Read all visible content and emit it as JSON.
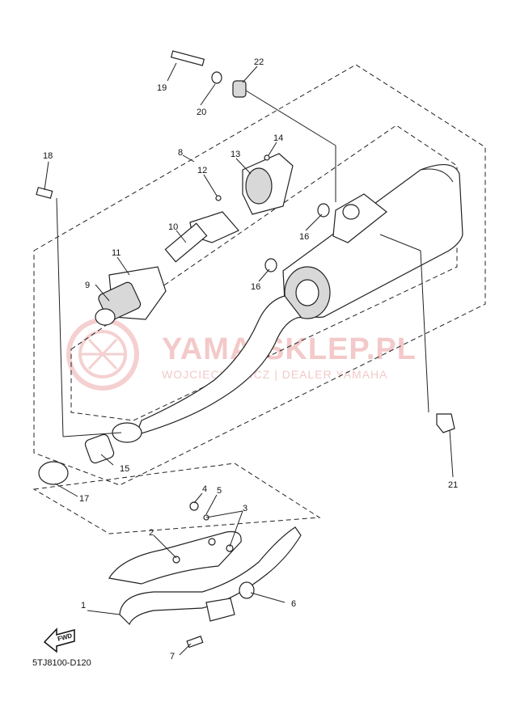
{
  "watermark": {
    "title": "YAMA-SKLEP.PL",
    "subtitle": "WOJCIECHOWICZ | DEALER YAMAHA"
  },
  "diagram_code": "5TJ8100-D120",
  "fwd_label": "FWD",
  "callouts": {
    "c1": "1",
    "c2": "2",
    "c3": "3",
    "c4": "4",
    "c5": "5",
    "c6": "6",
    "c7": "7",
    "c8": "8",
    "c9": "9",
    "c10": "10",
    "c11": "11",
    "c12": "12",
    "c13": "13",
    "c14": "14",
    "c15": "15",
    "c16a": "16",
    "c16b": "16",
    "c17": "17",
    "c18": "18",
    "c19": "19",
    "c20": "20",
    "c21": "21",
    "c22": "22"
  }
}
